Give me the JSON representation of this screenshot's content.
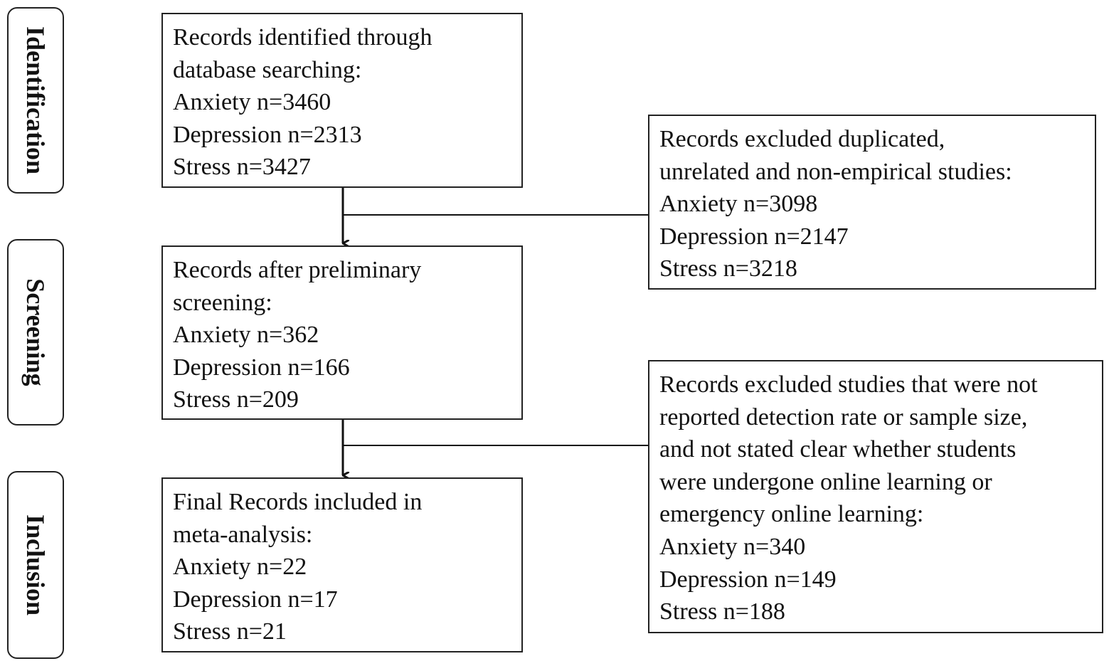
{
  "phases": {
    "identification": "Identification",
    "screening": "Screening",
    "inclusion": "Inclusion"
  },
  "boxes": {
    "identified": {
      "lines": [
        "Records identified through",
        "database searching:",
        "Anxiety n=3460",
        "Depression n=2313",
        "Stress n=3427"
      ]
    },
    "excluded_first": {
      "lines": [
        "Records excluded duplicated,",
        "unrelated and non-empirical studies:",
        "Anxiety n=3098",
        "Depression n=2147",
        "Stress n=3218"
      ]
    },
    "screened": {
      "lines": [
        "Records after preliminary",
        "screening:",
        "Anxiety n=362",
        "Depression n=166",
        "Stress n=209"
      ]
    },
    "excluded_second": {
      "lines": [
        "Records excluded studies that were not",
        "reported detection rate or sample size,",
        "and not stated clear whether students",
        "were undergone online learning or",
        "emergency online learning:",
        "Anxiety n=340",
        "Depression n=149",
        "Stress n=188"
      ]
    },
    "included": {
      "lines": [
        "Final Records included in",
        "meta-analysis:",
        "Anxiety n=22",
        "Depression n=17",
        "Stress n=21"
      ]
    }
  }
}
